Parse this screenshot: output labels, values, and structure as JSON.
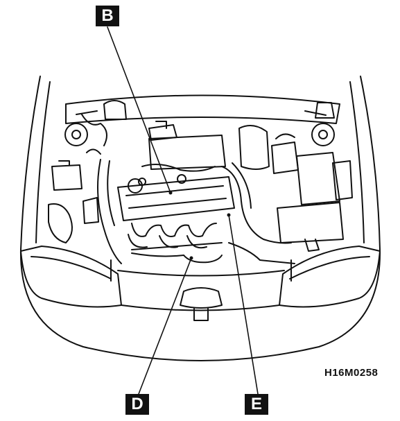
{
  "callouts": {
    "b": "B",
    "d": "D",
    "e": "E"
  },
  "figure_code": "H16M0258",
  "colors": {
    "ink": "#111111",
    "paper": "#ffffff"
  }
}
